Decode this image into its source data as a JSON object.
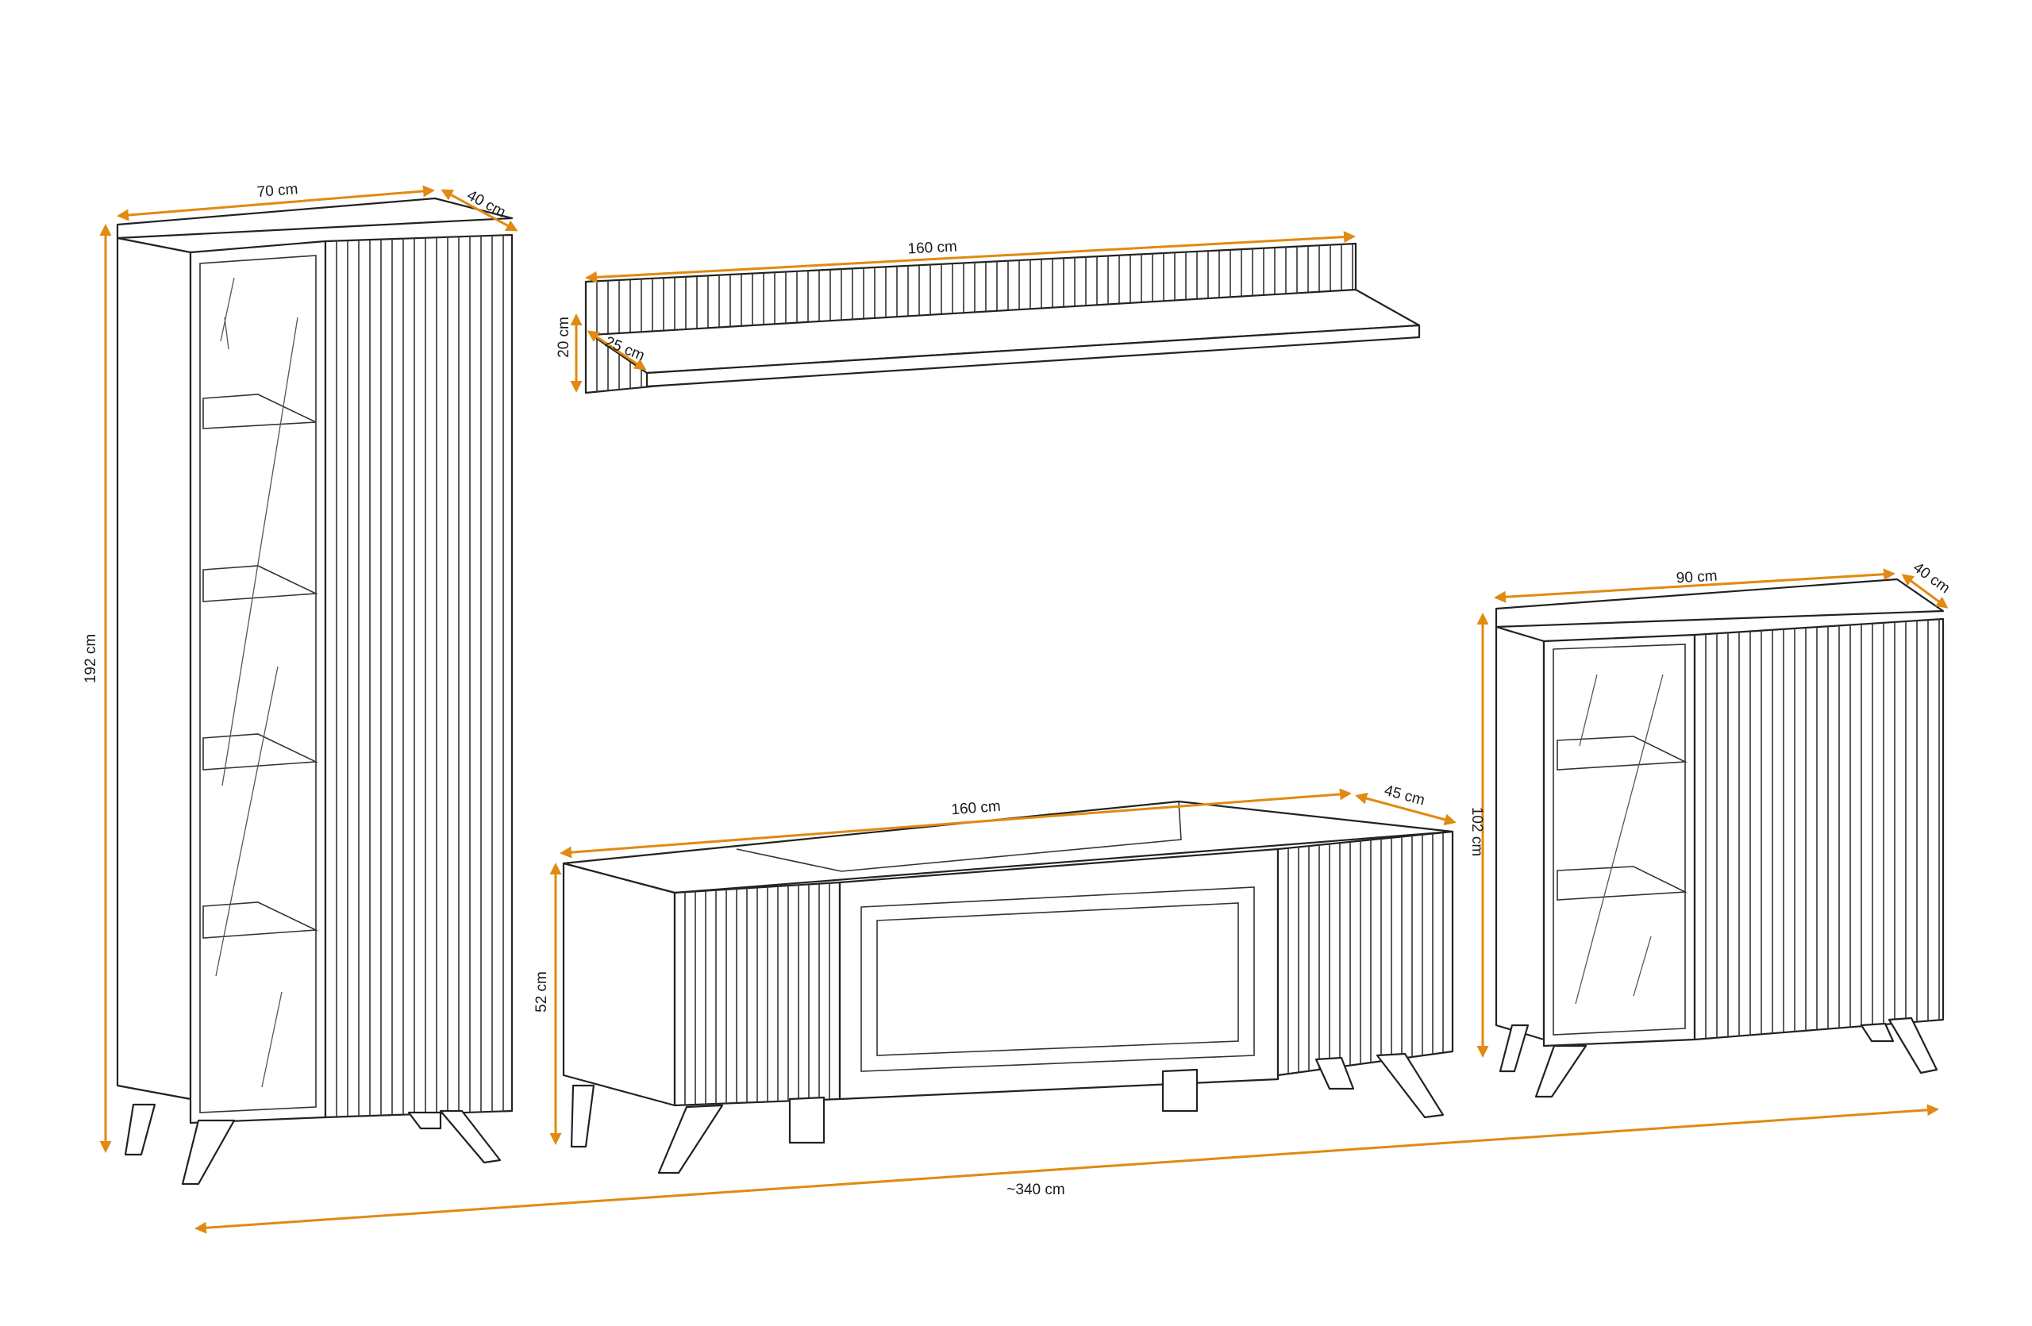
{
  "colors": {
    "dimension": "#e08a12",
    "outline": "#222222",
    "background": "#ffffff"
  },
  "dimensions": {
    "tall_width": "70 cm",
    "tall_depth": "40 cm",
    "tall_height": "192 cm",
    "shelf_width": "160 cm",
    "shelf_height": "20 cm",
    "shelf_depth": "25 cm",
    "tv_width": "160 cm",
    "tv_depth": "45 cm",
    "tv_height": "52 cm",
    "side_width": "90 cm",
    "side_depth": "40 cm",
    "side_height": "102 cm",
    "total_width": "~340 cm"
  }
}
